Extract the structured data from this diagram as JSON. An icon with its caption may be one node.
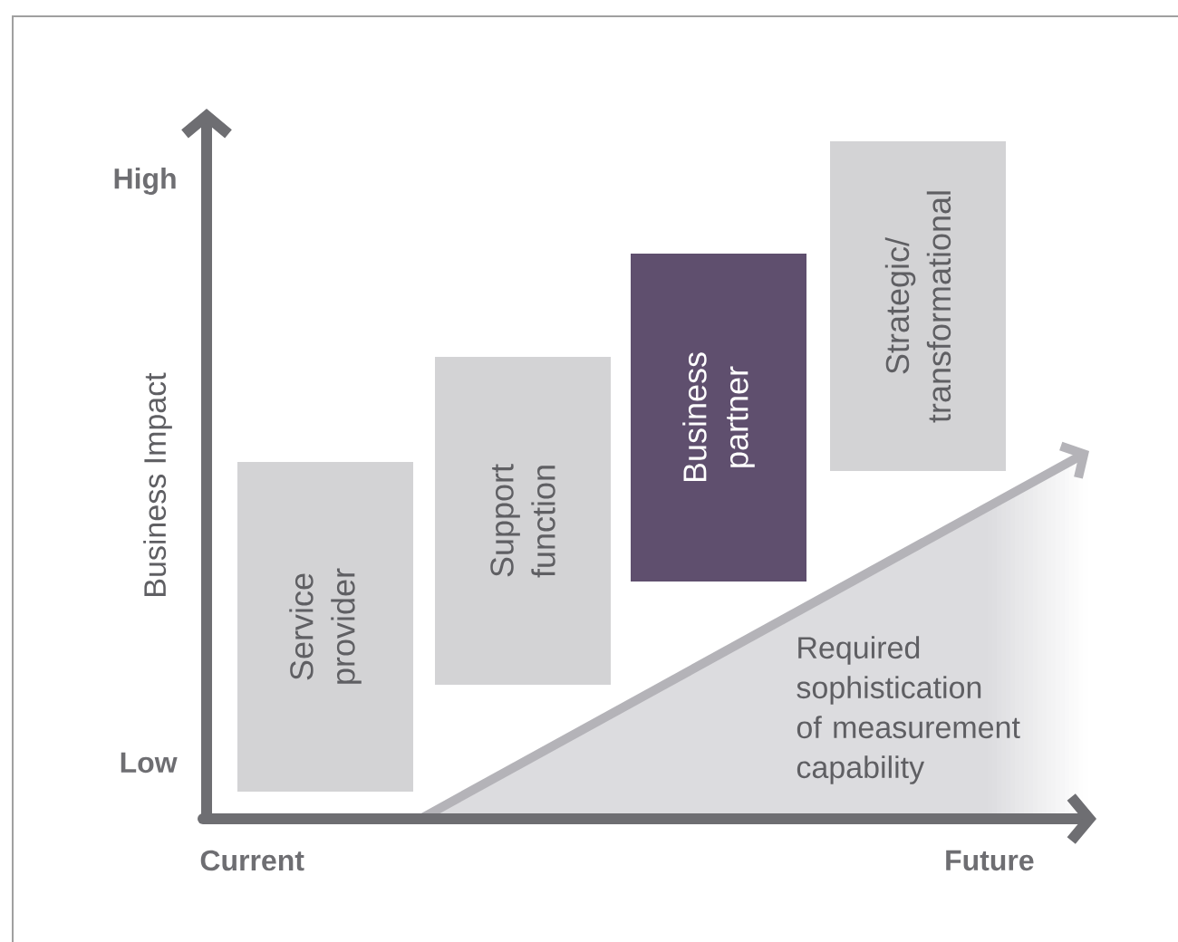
{
  "diagram": {
    "nodes": [
      {
        "text": [
          "Service provider"
        ]
      },
      {
        "text": [
          "Support function"
        ]
      },
      {
        "text": [
          "Business partner"
        ]
      },
      {
        "text": [
          "Strategic/ transformational"
        ]
      }
    ],
    "labels": [
      "High",
      "Business Impact",
      "Low",
      "Required sophistication of measurement capability",
      "Current",
      "Future"
    ]
  }
}
